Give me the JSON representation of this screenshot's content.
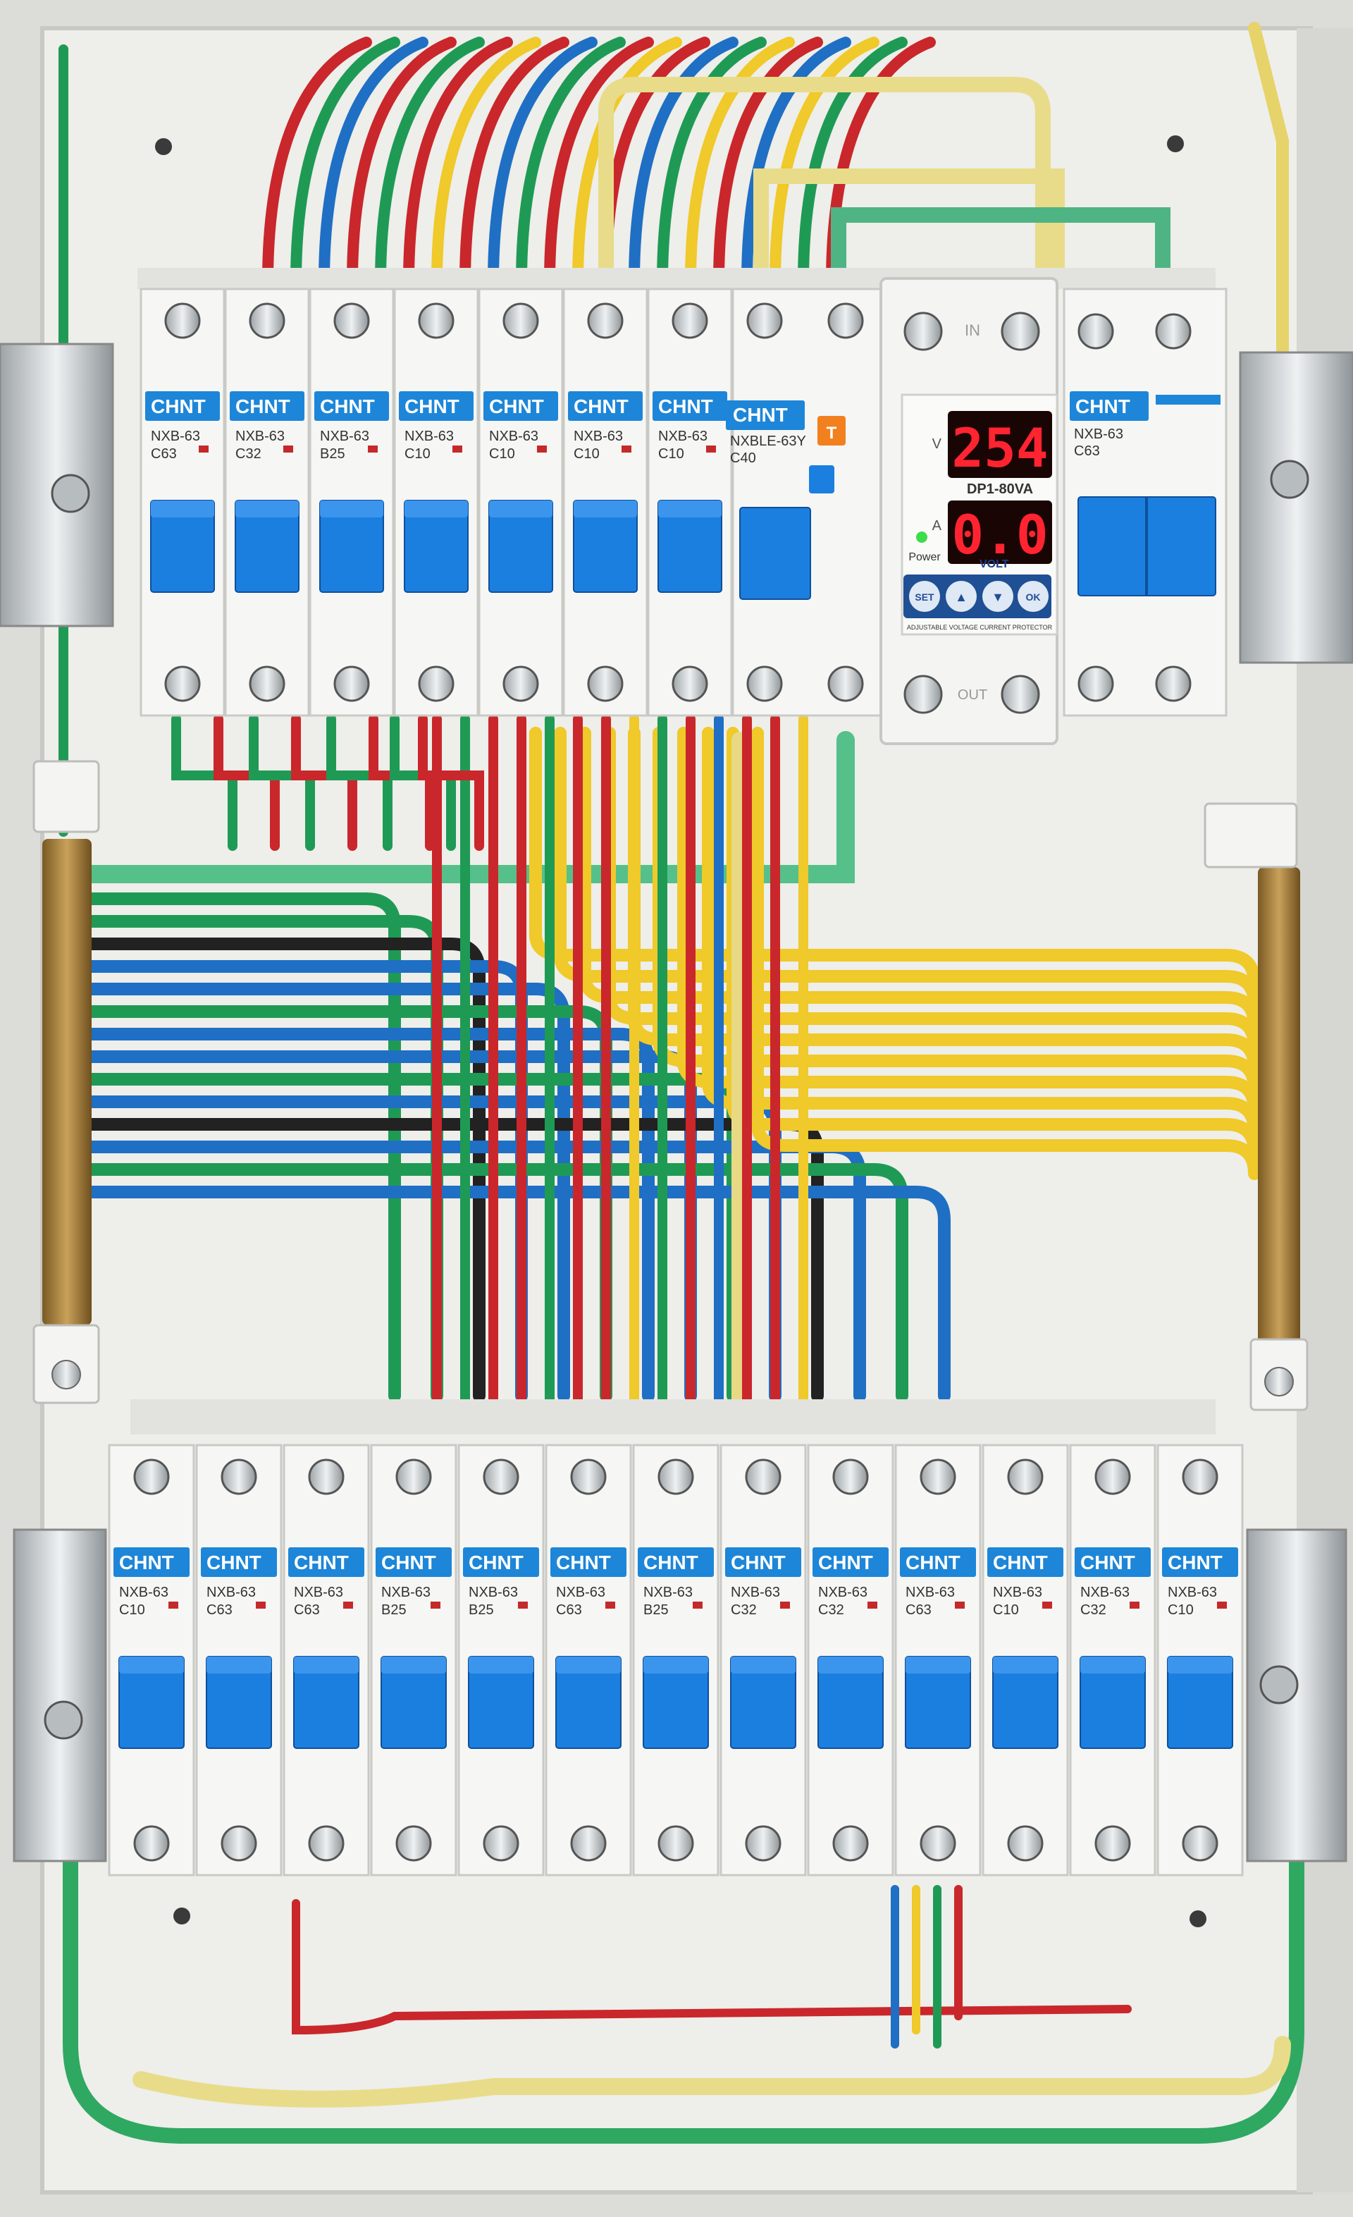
{
  "brand": "CHNT",
  "top_row": {
    "breakers": [
      {
        "model": "NXB-63",
        "rating": "C63"
      },
      {
        "model": "NXB-63",
        "rating": "C32"
      },
      {
        "model": "NXB-63",
        "rating": "B25"
      },
      {
        "model": "NXB-63",
        "rating": "C10"
      },
      {
        "model": "NXB-63",
        "rating": "C10"
      },
      {
        "model": "NXB-63",
        "rating": "C10"
      },
      {
        "model": "NXB-63",
        "rating": "C10"
      }
    ],
    "rcd": {
      "model": "NXBLE-63Y",
      "rating": "C40",
      "test_label": "T"
    },
    "protector": {
      "in_label": "IN",
      "out_label": "OUT",
      "voltage": "254",
      "current": "0.0",
      "model": "DP1-80VA",
      "unit_v": "V",
      "unit_a": "A",
      "power_label": "Power",
      "brand": "VOLT",
      "buttons": [
        "SET",
        "▲",
        "▼",
        "OK"
      ],
      "caption": "ADJUSTABLE VOLTAGE CURRENT PROTECTOR"
    },
    "main": {
      "model": "NXB-63",
      "rating": "C63"
    }
  },
  "bottom_row": {
    "breakers": [
      {
        "model": "NXB-63",
        "rating": "C10"
      },
      {
        "model": "NXB-63",
        "rating": "C63"
      },
      {
        "model": "NXB-63",
        "rating": "C63"
      },
      {
        "model": "NXB-63",
        "rating": "B25"
      },
      {
        "model": "NXB-63",
        "rating": "B25"
      },
      {
        "model": "NXB-63",
        "rating": "C63"
      },
      {
        "model": "NXB-63",
        "rating": "B25"
      },
      {
        "model": "NXB-63",
        "rating": "C32"
      },
      {
        "model": "NXB-63",
        "rating": "C32"
      },
      {
        "model": "NXB-63",
        "rating": "C63"
      },
      {
        "model": "NXB-63",
        "rating": "C10"
      },
      {
        "model": "NXB-63",
        "rating": "C32"
      },
      {
        "model": "NXB-63",
        "rating": "C10"
      }
    ]
  },
  "colors": {
    "red": "#c9272b",
    "green": "#1f9a55",
    "blue": "#1f6fc4",
    "yellow": "#f0c92a",
    "black": "#222222",
    "ground": "#55b48a",
    "handle": "#1b7fe0",
    "chnt": "#1d86d8"
  }
}
